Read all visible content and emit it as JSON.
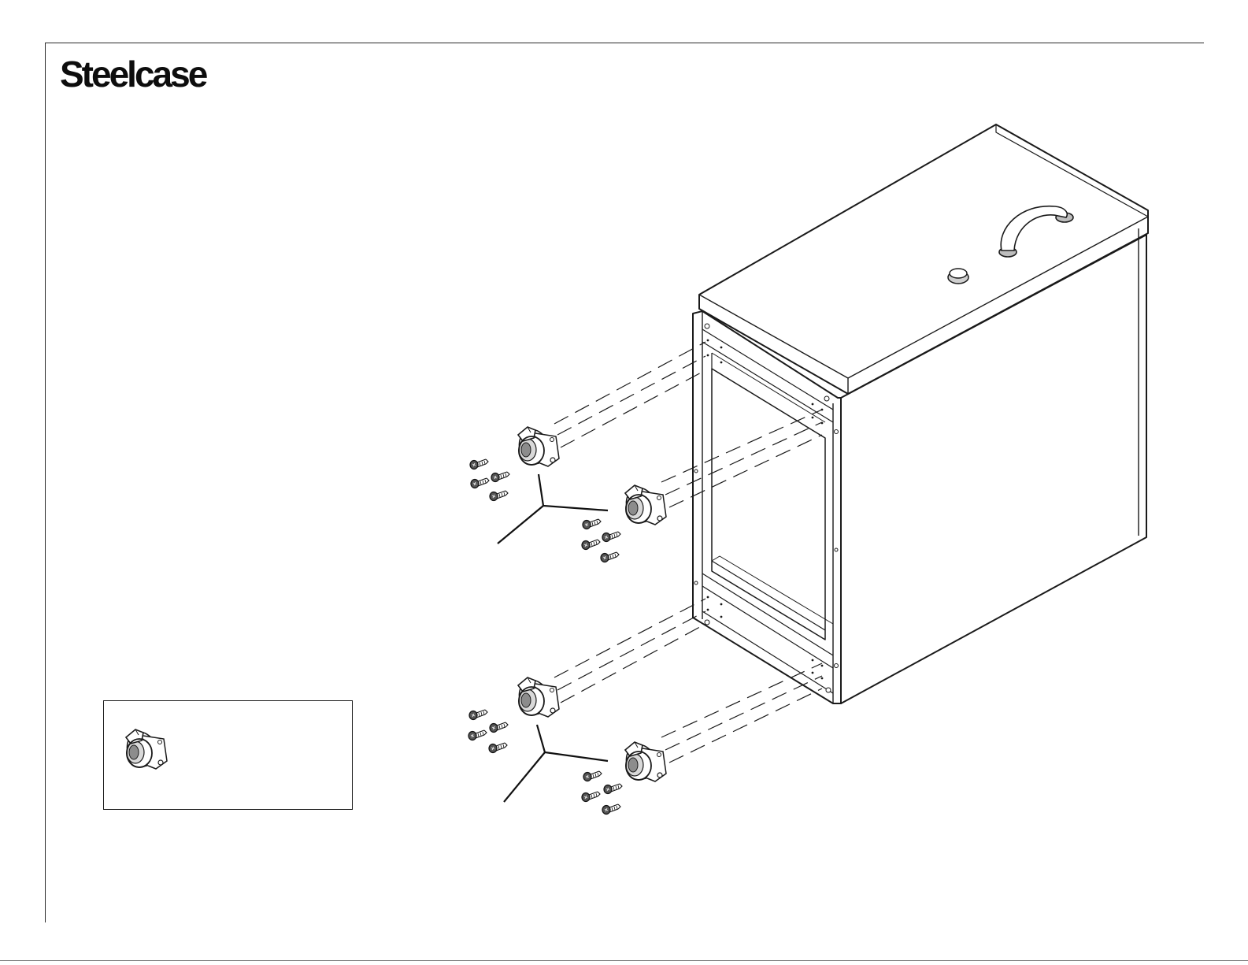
{
  "brand": {
    "name": "Steelcase"
  },
  "drawing": {
    "main_object": "storage-cabinet-pedestal",
    "parts": [
      "caster-icon",
      "screw-icon",
      "handle-icon"
    ],
    "caster_count": 4,
    "screws_per_caster": 4,
    "callout_box": {
      "part_icon": "caster-icon",
      "quantity_text": ""
    }
  }
}
